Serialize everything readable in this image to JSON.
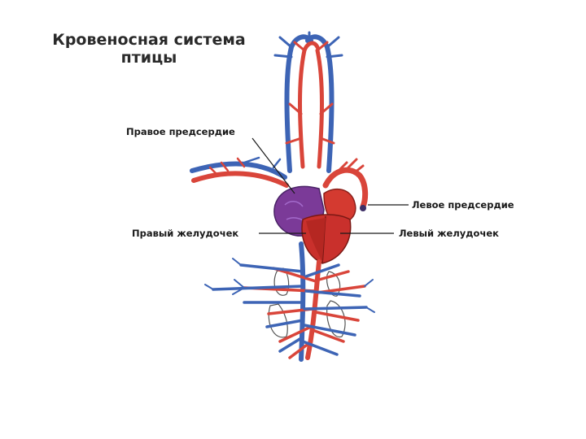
{
  "title": {
    "line1": "Кровеносная система",
    "line2": "птицы"
  },
  "labels": {
    "right_atrium": "Правое предсердие",
    "left_atrium": "Левое предсердие",
    "right_ventricle": "Правый желудочек",
    "left_ventricle": "Левый желудочек"
  },
  "colors": {
    "artery": "#d9453a",
    "vein": "#3d64b5",
    "right_heart": "#7b3a98",
    "left_heart": "#c9302c",
    "label_text": "#1a1a1a"
  }
}
